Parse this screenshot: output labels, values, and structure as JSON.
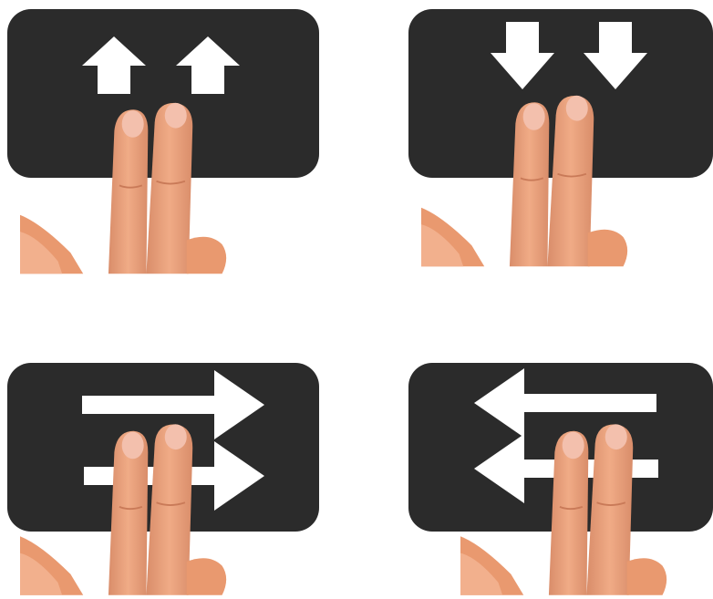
{
  "colors": {
    "background": "#ffffff",
    "trackpad": "#2b2b2b",
    "arrow": "#ffffff",
    "skin": "#eda27c",
    "skin_shadow": "#c97a58",
    "nail": "#f4c2b0"
  },
  "gestures": [
    {
      "name": "two-finger-swipe-up",
      "direction": "up",
      "finger_count": 2
    },
    {
      "name": "two-finger-swipe-down",
      "direction": "down",
      "finger_count": 2
    },
    {
      "name": "two-finger-swipe-right",
      "direction": "right",
      "finger_count": 2
    },
    {
      "name": "two-finger-swipe-left",
      "direction": "left",
      "finger_count": 2
    }
  ]
}
